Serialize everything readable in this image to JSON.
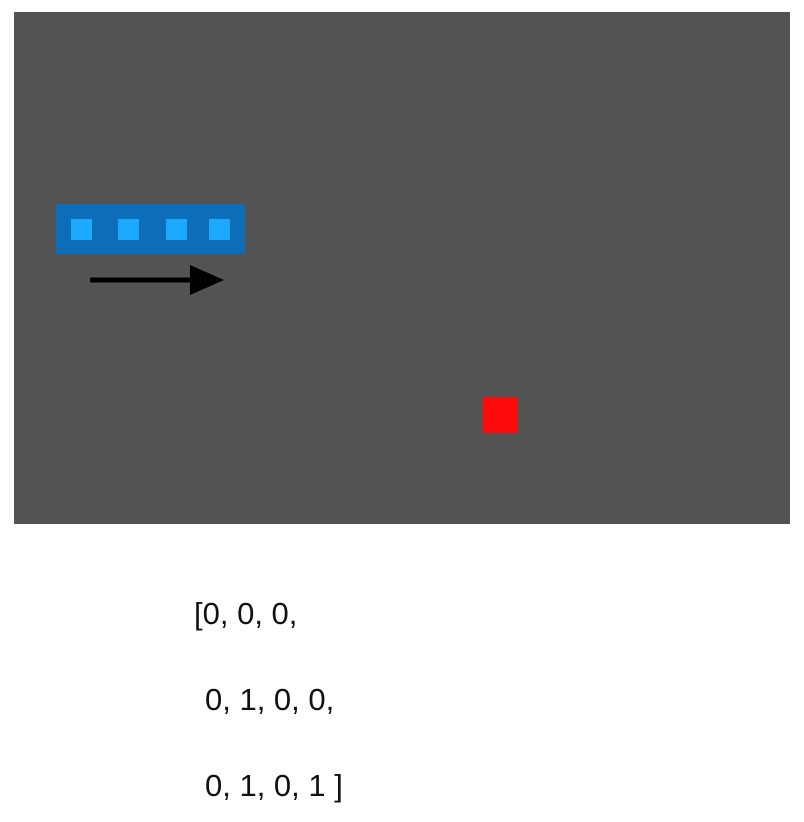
{
  "game": {
    "snake": {
      "segments": 4,
      "direction": "right",
      "body_color": "#0e6db8",
      "segment_color": "#1ba8ff"
    },
    "food": {
      "color": "#ff0a0a"
    },
    "board": {
      "background_color": "#535353"
    },
    "icons": {
      "direction": "right-arrow-icon"
    }
  },
  "state_vector": {
    "lines": [
      "[0, 0, 0,",
      "0, 1, 0, 0,",
      "0, 1, 0, 1 ]"
    ]
  }
}
